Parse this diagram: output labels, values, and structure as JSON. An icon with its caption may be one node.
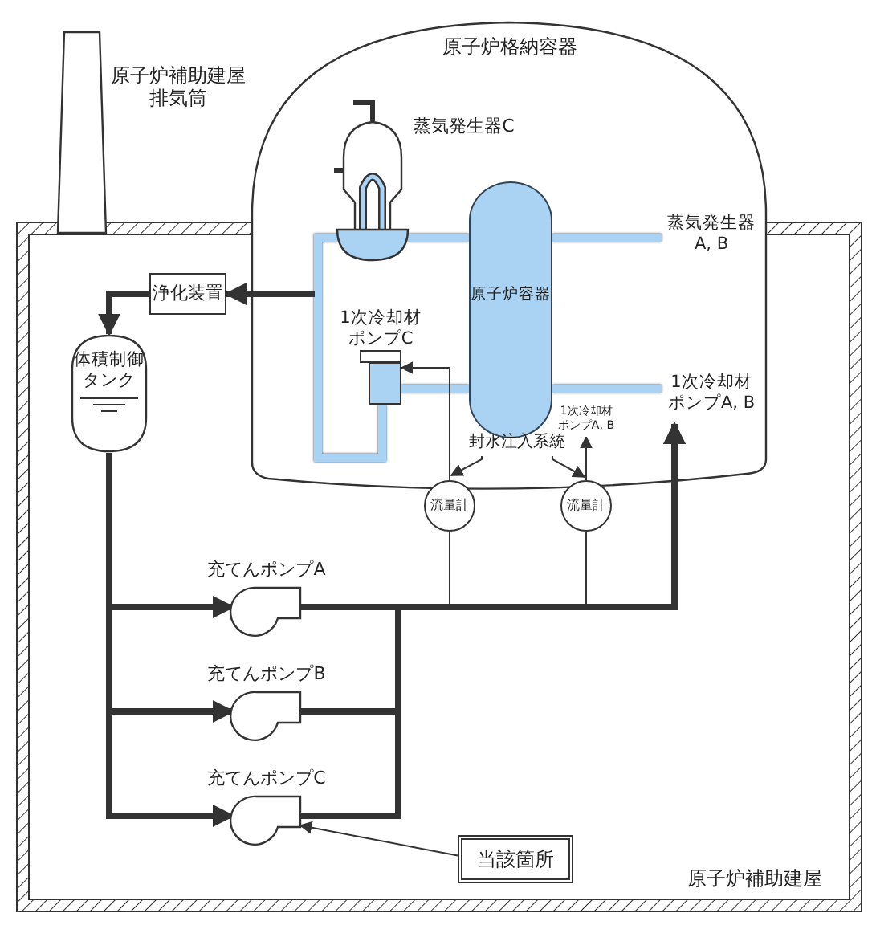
{
  "diagram": {
    "nodes": [
      {
        "text": [
          "原子炉補助建屋"
        ]
      },
      {
        "text": [
          "原子炉格納容器"
        ]
      },
      {
        "text": [],
        "shape": "vessel",
        "beside": [
          "蒸気発生器C"
        ],
        "in": 1
      },
      {
        "text": [
          "原子炉容器"
        ],
        "in": 1
      },
      {
        "text": [
          "蒸気発生器 A, B"
        ],
        "in": 1
      },
      {
        "text": [
          "1次冷却材ポンプA, B"
        ]
      },
      {
        "text": [],
        "shape": "pump",
        "beside": [
          "1次冷却材ポンプC"
        ]
      },
      {
        "text": [
          "浄化装置"
        ],
        "in": 0
      },
      {
        "text": [
          "体積制御タンク"
        ],
        "in": 0
      },
      {
        "text": [],
        "shape": "pump",
        "beside": [
          "充てんポンプA"
        ],
        "in": 0
      },
      {
        "text": [],
        "shape": "pump",
        "beside": [
          "充てんポンプB"
        ],
        "in": 0
      },
      {
        "text": [],
        "shape": "pump",
        "beside": [
          "充てんポンプC"
        ],
        "in": 0
      },
      {
        "text": [
          "流量計"
        ],
        "in": 0
      },
      {
        "text": [
          "流量計"
        ],
        "in": 0
      },
      {
        "text": [
          "当該箇所"
        ],
        "in": 0
      },
      {
        "text": [
          "1次冷却材ポンプA, B"
        ]
      },
      {
        "text": [
          "封水注入系統"
        ]
      }
    ],
    "edges": [
      {
        "from": 3,
        "to": 2,
        "arrow": "none",
        "color": "#a9d2f3"
      },
      {
        "from": 2,
        "to": 6,
        "arrow": "none",
        "color": "#a9d2f3"
      },
      {
        "from": 6,
        "to": 3,
        "arrow": "none",
        "color": "#a9d2f3"
      },
      {
        "from": 3,
        "to": 4,
        "arrow": "none",
        "color": "#a9d2f3"
      },
      {
        "from": 3,
        "to": 5,
        "arrow": "none",
        "color": "#a9d2f3"
      },
      {
        "from": null,
        "to": 7,
        "arrow": "to"
      },
      {
        "from": 7,
        "to": 8,
        "arrow": "to"
      },
      {
        "from": 8,
        "to": 9,
        "arrow": "to"
      },
      {
        "from": 8,
        "to": 10,
        "arrow": "to"
      },
      {
        "from": 8,
        "to": 11,
        "arrow": "to"
      },
      {
        "from": 9,
        "to": 5,
        "arrow": "to"
      },
      {
        "from": 10,
        "to": 5,
        "arrow": "to"
      },
      {
        "from": 11,
        "to": 5,
        "arrow": "to"
      },
      {
        "from": 9,
        "to": 12,
        "arrow": "none"
      },
      {
        "from": 9,
        "to": 13,
        "arrow": "none"
      },
      {
        "from": 12,
        "to": 6,
        "arrow": "to"
      },
      {
        "from": 13,
        "to": 15,
        "arrow": "to"
      },
      {
        "from": 14,
        "to": 11,
        "arrow": "to"
      },
      {
        "from": 16,
        "to": null,
        "arrow": "to"
      },
      {
        "from": 16,
        "to": null,
        "arrow": "to"
      }
    ],
    "labels": [
      "原子炉補助建屋排気筒"
    ]
  }
}
